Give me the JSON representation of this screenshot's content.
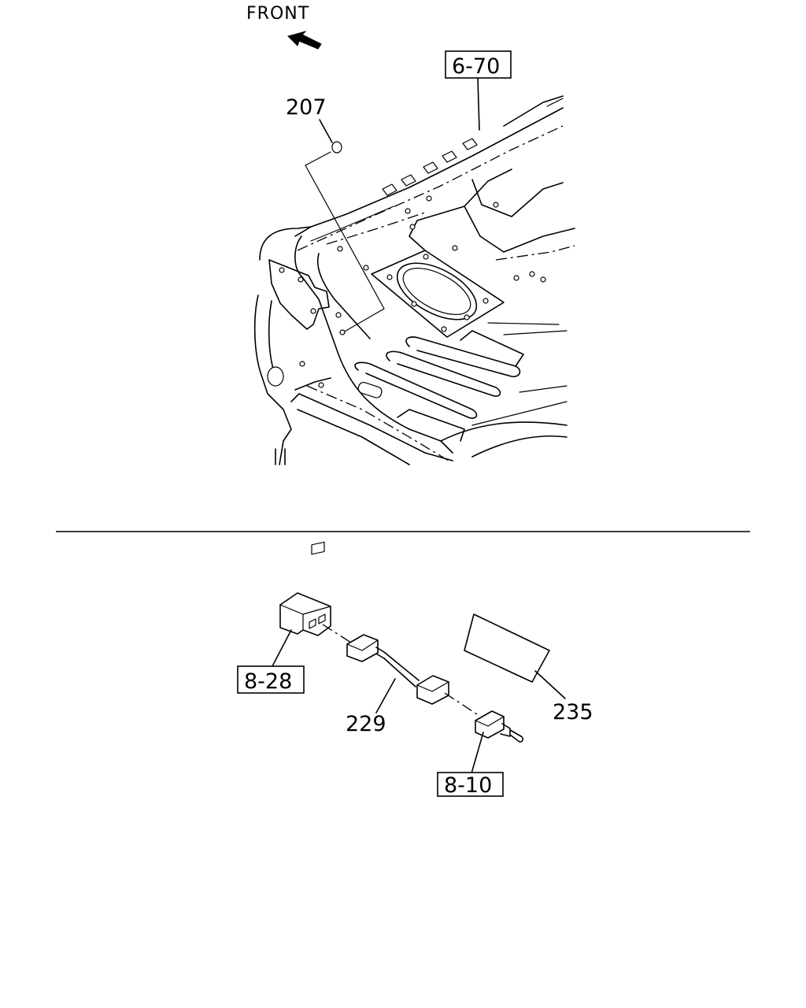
{
  "diagram": {
    "front_label": "FRONT",
    "callouts": {
      "ref_6_70": "6-70",
      "part_207": "207",
      "ref_8_28": "8-28",
      "part_229": "229",
      "part_235": "235",
      "ref_8_10": "8-10"
    }
  }
}
